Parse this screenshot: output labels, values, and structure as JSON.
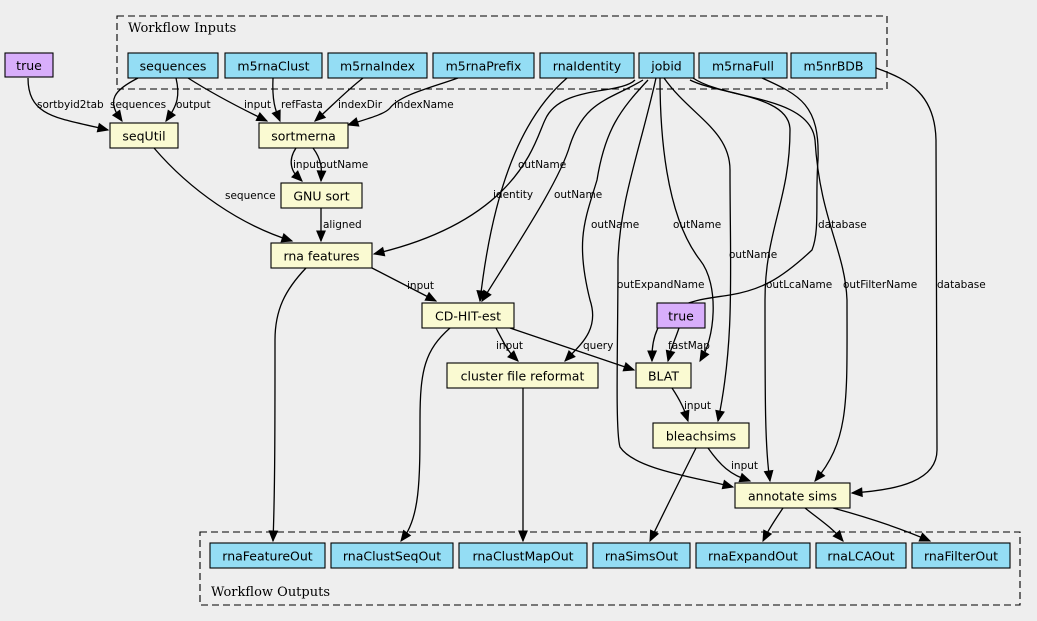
{
  "colors": {
    "background": "#eeeeee",
    "input_node": "#94ddf4",
    "step_node": "#fafad2",
    "constant_node": "#d8aefb",
    "output_node": "#94ddf4"
  },
  "clusters": [
    {
      "id": "inputs",
      "label": "Workflow Inputs"
    },
    {
      "id": "outputs",
      "label": "Workflow Outputs"
    }
  ],
  "nodes": [
    {
      "id": "true1",
      "label": "true",
      "kind": "constant_node"
    },
    {
      "id": "sequences",
      "label": "sequences",
      "kind": "input_node"
    },
    {
      "id": "m5rnaClust",
      "label": "m5rnaClust",
      "kind": "input_node"
    },
    {
      "id": "m5rnaIndex",
      "label": "m5rnaIndex",
      "kind": "input_node"
    },
    {
      "id": "m5rnaPrefix",
      "label": "m5rnaPrefix",
      "kind": "input_node"
    },
    {
      "id": "rnaIdentity",
      "label": "rnaIdentity",
      "kind": "input_node"
    },
    {
      "id": "jobid",
      "label": "jobid",
      "kind": "input_node"
    },
    {
      "id": "m5rnaFull",
      "label": "m5rnaFull",
      "kind": "input_node"
    },
    {
      "id": "m5nrBDB",
      "label": "m5nrBDB",
      "kind": "input_node"
    },
    {
      "id": "seqUtil",
      "label": "seqUtil",
      "kind": "step_node"
    },
    {
      "id": "sortmerna",
      "label": "sortmerna",
      "kind": "step_node"
    },
    {
      "id": "gnusort",
      "label": "GNU sort",
      "kind": "step_node"
    },
    {
      "id": "rnafeatures",
      "label": "rna features",
      "kind": "step_node"
    },
    {
      "id": "cdhit",
      "label": "CD-HIT-est",
      "kind": "step_node"
    },
    {
      "id": "true2",
      "label": "true",
      "kind": "constant_node"
    },
    {
      "id": "reformat",
      "label": "cluster file reformat",
      "kind": "step_node"
    },
    {
      "id": "blat",
      "label": "BLAT",
      "kind": "step_node"
    },
    {
      "id": "bleachsims",
      "label": "bleachsims",
      "kind": "step_node"
    },
    {
      "id": "annotate",
      "label": "annotate sims",
      "kind": "step_node"
    },
    {
      "id": "rnaFeatureOut",
      "label": "rnaFeatureOut",
      "kind": "output_node"
    },
    {
      "id": "rnaClustSeqOut",
      "label": "rnaClustSeqOut",
      "kind": "output_node"
    },
    {
      "id": "rnaClustMapOut",
      "label": "rnaClustMapOut",
      "kind": "output_node"
    },
    {
      "id": "rnaSimsOut",
      "label": "rnaSimsOut",
      "kind": "output_node"
    },
    {
      "id": "rnaExpandOut",
      "label": "rnaExpandOut",
      "kind": "output_node"
    },
    {
      "id": "rnaLCAOut",
      "label": "rnaLCAOut",
      "kind": "output_node"
    },
    {
      "id": "rnaFilterOut",
      "label": "rnaFilterOut",
      "kind": "output_node"
    }
  ],
  "edges": [
    {
      "from": "true1",
      "to": "seqUtil",
      "label": "sortbyid2tab"
    },
    {
      "from": "sequences",
      "to": "seqUtil",
      "label": "sequences"
    },
    {
      "from": "sequences",
      "to": "seqUtil",
      "label": "output"
    },
    {
      "from": "sequences",
      "to": "sortmerna",
      "label": "input"
    },
    {
      "from": "m5rnaClust",
      "to": "sortmerna",
      "label": "refFasta"
    },
    {
      "from": "m5rnaIndex",
      "to": "sortmerna",
      "label": "indexDir"
    },
    {
      "from": "m5rnaPrefix",
      "to": "sortmerna",
      "label": "indexName"
    },
    {
      "from": "sortmerna",
      "to": "gnusort",
      "label": "input"
    },
    {
      "from": "sortmerna",
      "to": "gnusort",
      "label": "outName"
    },
    {
      "from": "seqUtil",
      "to": "rnafeatures",
      "label": "sequence"
    },
    {
      "from": "gnusort",
      "to": "rnafeatures",
      "label": "aligned"
    },
    {
      "from": "jobid",
      "to": "rnafeatures",
      "label": "outName"
    },
    {
      "from": "rnafeatures",
      "to": "cdhit",
      "label": "input"
    },
    {
      "from": "rnaIdentity",
      "to": "cdhit",
      "label": "identity"
    },
    {
      "from": "jobid",
      "to": "cdhit",
      "label": "outName"
    },
    {
      "from": "cdhit",
      "to": "reformat",
      "label": "input"
    },
    {
      "from": "jobid",
      "to": "reformat",
      "label": "outName"
    },
    {
      "from": "cdhit",
      "to": "blat",
      "label": "query"
    },
    {
      "from": "true2",
      "to": "blat",
      "label": "fastMap"
    },
    {
      "from": "jobid",
      "to": "blat",
      "label": "outName"
    },
    {
      "from": "m5rnaFull",
      "to": "blat",
      "label": "database"
    },
    {
      "from": "blat",
      "to": "bleachsims",
      "label": "input"
    },
    {
      "from": "jobid",
      "to": "bleachsims",
      "label": "outName"
    },
    {
      "from": "bleachsims",
      "to": "annotate",
      "label": "input"
    },
    {
      "from": "jobid",
      "to": "annotate",
      "label": "outExpandName"
    },
    {
      "from": "jobid",
      "to": "annotate",
      "label": "outLcaName"
    },
    {
      "from": "jobid",
      "to": "annotate",
      "label": "outFilterName"
    },
    {
      "from": "m5nrBDB",
      "to": "annotate",
      "label": "database"
    },
    {
      "from": "rnafeatures",
      "to": "rnaFeatureOut",
      "label": ""
    },
    {
      "from": "cdhit",
      "to": "rnaClustSeqOut",
      "label": ""
    },
    {
      "from": "reformat",
      "to": "rnaClustMapOut",
      "label": ""
    },
    {
      "from": "bleachsims",
      "to": "rnaSimsOut",
      "label": ""
    },
    {
      "from": "annotate",
      "to": "rnaExpandOut",
      "label": ""
    },
    {
      "from": "annotate",
      "to": "rnaLCAOut",
      "label": ""
    },
    {
      "from": "annotate",
      "to": "rnaFilterOut",
      "label": ""
    }
  ]
}
